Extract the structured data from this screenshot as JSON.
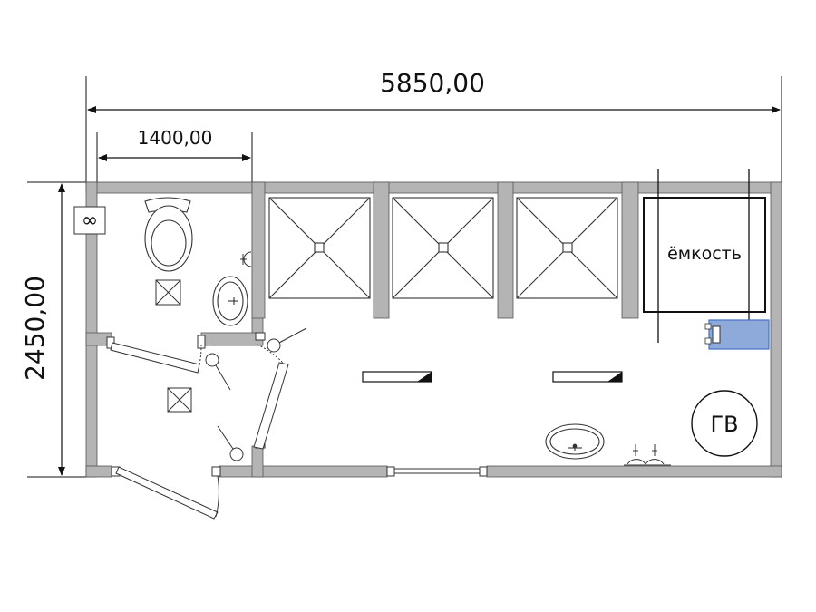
{
  "dimensions": {
    "total_width": "5850,00",
    "toilet_width": "1400,00",
    "total_depth": "2450,00"
  },
  "labels": {
    "tank": "ёмкость",
    "water_heater": "ГВ"
  },
  "symbols": {
    "outlet": "infinity-icon"
  },
  "colors": {
    "wall": "#b4b4b4",
    "line": "#111111",
    "heater_fill": "#8eaadb",
    "heater_stroke": "#4472c4"
  }
}
